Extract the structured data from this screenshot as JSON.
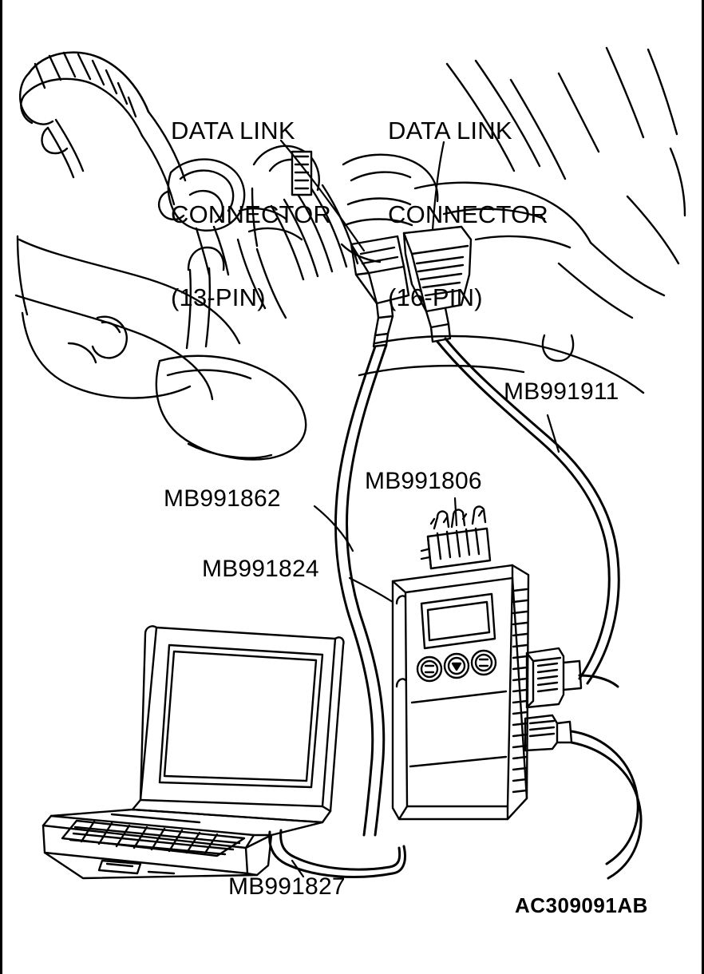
{
  "figure": {
    "title": "Data link connector to scan tool connection diagram",
    "reference_code": "AC309091AB",
    "labels": {
      "dlc13": {
        "line1": "DATA LINK",
        "line2": "CONNECTOR",
        "line3": "(13-PIN)"
      },
      "dlc16": {
        "line1": "DATA LINK",
        "line2": "CONNECTOR",
        "line3": "(16-PIN)"
      },
      "part_mb991911": "MB991911",
      "part_mb991806": "MB991806",
      "part_mb991862": "MB991862",
      "part_mb991824": "MB991824",
      "part_mb991827": "MB991827"
    },
    "components": {
      "laptop": "laptop-computer",
      "vci": "vehicle-communication-interface",
      "connector_13pin": "13-pin-connector-plug",
      "connector_16pin": "16-pin-connector-plug",
      "vehicle_underdash": "vehicle-under-dash-illustration"
    },
    "colors": {
      "line": "#000000",
      "background": "#ffffff"
    }
  }
}
